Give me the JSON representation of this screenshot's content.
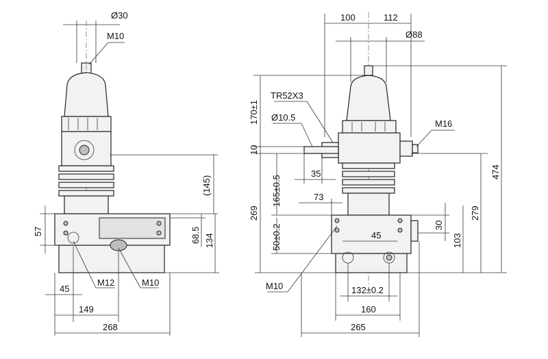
{
  "front_view": {
    "top_diameter": "Ø30",
    "top_thread": "M10",
    "dim_57": "57",
    "dim_45": "45",
    "dim_149": "149",
    "dim_268": "268",
    "dim_145": "(145)",
    "dim_68_5": "68.5",
    "dim_134": "134",
    "label_m12": "M12",
    "label_m10": "M10"
  },
  "side_view": {
    "dim_100": "100",
    "dim_112": "112",
    "dim_phi88": "Ø88",
    "thread_tr": "TR52X3",
    "dim_phi10_5": "Ø10.5",
    "dim_170": "170±1",
    "dim_10": "10",
    "dim_165": "165±0.5",
    "dim_269": "269",
    "dim_50": "50±0.2",
    "dim_35": "35",
    "dim_73": "73",
    "dim_45": "45",
    "dim_30": "30",
    "dim_103": "103",
    "dim_279": "279",
    "dim_474": "474",
    "label_m16": "M16",
    "label_m10": "M10",
    "dim_132": "132±0.2",
    "dim_160": "160",
    "dim_265": "265"
  }
}
